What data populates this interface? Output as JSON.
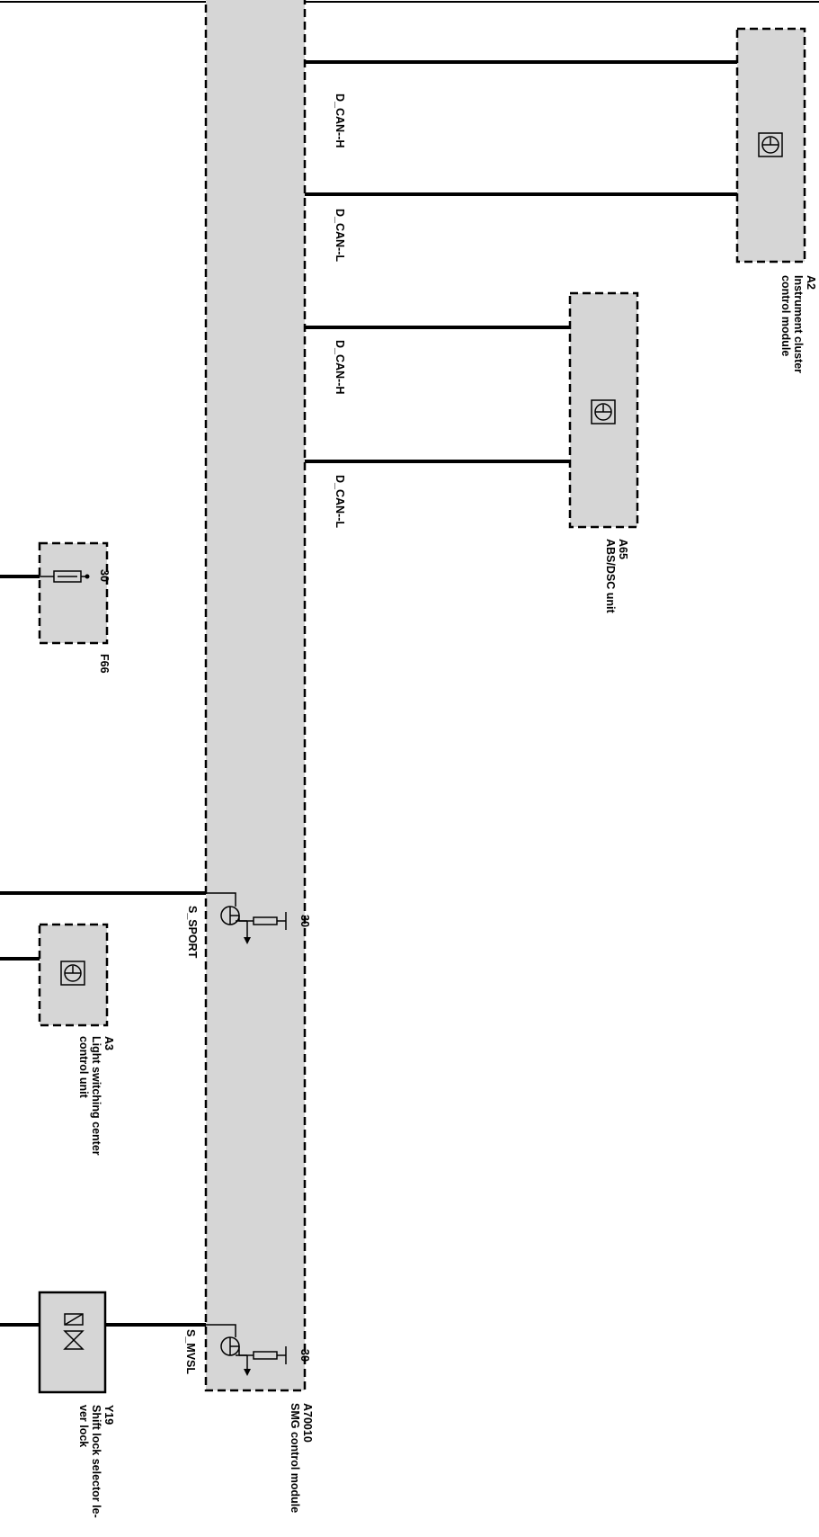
{
  "signals": {
    "d_can_h": "D_CAN--H",
    "d_can_l": "D_CAN--L",
    "s_sport": "S_SPORT",
    "s_mvsl": "S_MVSL"
  },
  "pins": {
    "terminal_30": "30"
  },
  "components": {
    "a2": {
      "code": "A2",
      "name_line1": "Instrument cluster",
      "name_line2": "control module"
    },
    "a65": {
      "code": "A65",
      "name_line1": "ABS/DSC unit"
    },
    "f66": {
      "code": "F66"
    },
    "a3": {
      "code": "A3",
      "name_line1": "Light switching center",
      "name_line2": "control unit"
    },
    "y19": {
      "code": "Y19",
      "name_line1": "Shift lock selector le-",
      "name_line2": "ver lock"
    },
    "a70010": {
      "code": "A70010",
      "name_line1": "SMG control module"
    }
  }
}
